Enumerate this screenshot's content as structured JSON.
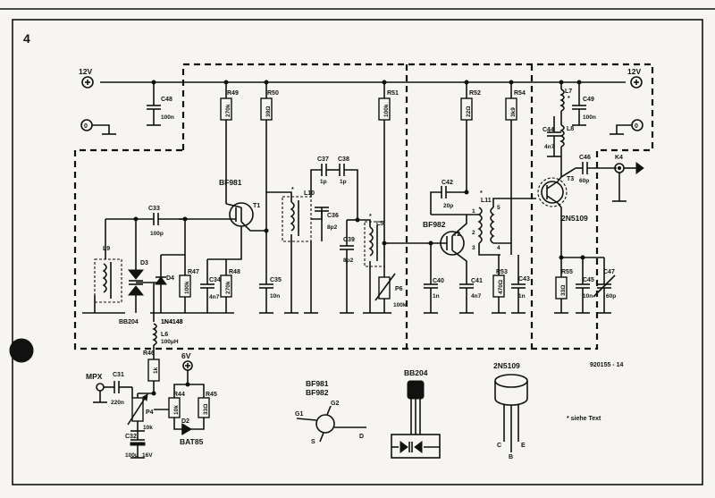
{
  "figure": {
    "number": "4"
  },
  "labels": {
    "v12_left": "12V",
    "v12_right": "12V",
    "zero_left": "0",
    "zero_right": "0",
    "mpx": "MPX",
    "v6": "6V",
    "star": "*",
    "drawing_no": "920155 - 14",
    "footnote": "* siehe Text"
  },
  "components": {
    "c48": {
      "name": "C48",
      "value": "100n"
    },
    "r49": {
      "name": "R49",
      "value": "270k"
    },
    "r50": {
      "name": "R50",
      "value": "39Ω"
    },
    "t1": {
      "name": "T1",
      "type": "BF981"
    },
    "c33": {
      "name": "C33",
      "value": "100p"
    },
    "l9": {
      "name": "L9"
    },
    "d3": {
      "name": "D3",
      "type": "BB204"
    },
    "d4": {
      "name": "D4",
      "type": "1N4148"
    },
    "r47": {
      "name": "R47",
      "value": "100k"
    },
    "c34": {
      "name": "C34",
      "value": "4n7"
    },
    "r48": {
      "name": "R48",
      "value": "270k"
    },
    "c35": {
      "name": "C35",
      "value": "10n"
    },
    "l10": {
      "name": "L10"
    },
    "c36": {
      "name": "C36",
      "value": "8p2"
    },
    "c37": {
      "name": "C37",
      "value": "1p"
    },
    "c38": {
      "name": "C38",
      "value": "1p"
    },
    "c39": {
      "name": "C39",
      "value": "8p2"
    },
    "l5": {
      "name": "L5"
    },
    "r51": {
      "name": "R51",
      "value": "100k"
    },
    "p6": {
      "name": "P6",
      "value": "100k"
    },
    "t2": {
      "name": "T2",
      "type": "BF982"
    },
    "c42": {
      "name": "C42",
      "value": "20p"
    },
    "c40": {
      "name": "C40",
      "value": "1n"
    },
    "r52": {
      "name": "R52",
      "value": "22Ω"
    },
    "c41": {
      "name": "C41",
      "value": "4n7"
    },
    "l11": {
      "name": "L11",
      "pin1": "1",
      "pin2": "2",
      "pin3": "3",
      "pin4": "4",
      "pin5": "5"
    },
    "r54": {
      "name": "R54",
      "value": "3k9"
    },
    "r53": {
      "name": "R53",
      "value": "470Ω"
    },
    "c43": {
      "name": "C43",
      "value": "1n"
    },
    "l7": {
      "name": "L7"
    },
    "l8": {
      "name": "L8"
    },
    "c49": {
      "name": "C49",
      "value": "100n"
    },
    "c44": {
      "name": "C44",
      "value": "4n7"
    },
    "t3": {
      "name": "T3",
      "type": "2N5109"
    },
    "c46": {
      "name": "C46",
      "value": "60p"
    },
    "k4": {
      "name": "K4"
    },
    "r55": {
      "name": "R55",
      "value": "33Ω"
    },
    "c45": {
      "name": "C45",
      "value": "10n"
    },
    "c47": {
      "name": "C47",
      "value": "60p"
    },
    "l6": {
      "name": "L6",
      "type": "1N4148",
      "value": "100μH"
    },
    "r46": {
      "name": "R46",
      "value": "1k"
    },
    "p4": {
      "name": "P4",
      "value": "10k"
    },
    "c31": {
      "name": "C31",
      "value": "220n"
    },
    "c32": {
      "name": "C32",
      "value": "100μ",
      "voltage": "16V"
    },
    "r44": {
      "name": "R44",
      "value": "10k"
    },
    "r45": {
      "name": "R45",
      "value": "33Ω"
    },
    "d2": {
      "name": "D2",
      "type": "BAT85"
    }
  },
  "packages": {
    "bf981": "BF981",
    "bf982": "BF982",
    "pin_g1": "G1",
    "pin_g2": "G2",
    "pin_s": "S",
    "pin_d": "D",
    "bb204": "BB204",
    "n2n5109": "2N5109",
    "pin_c": "C",
    "pin_b": "B",
    "pin_e": "E"
  }
}
